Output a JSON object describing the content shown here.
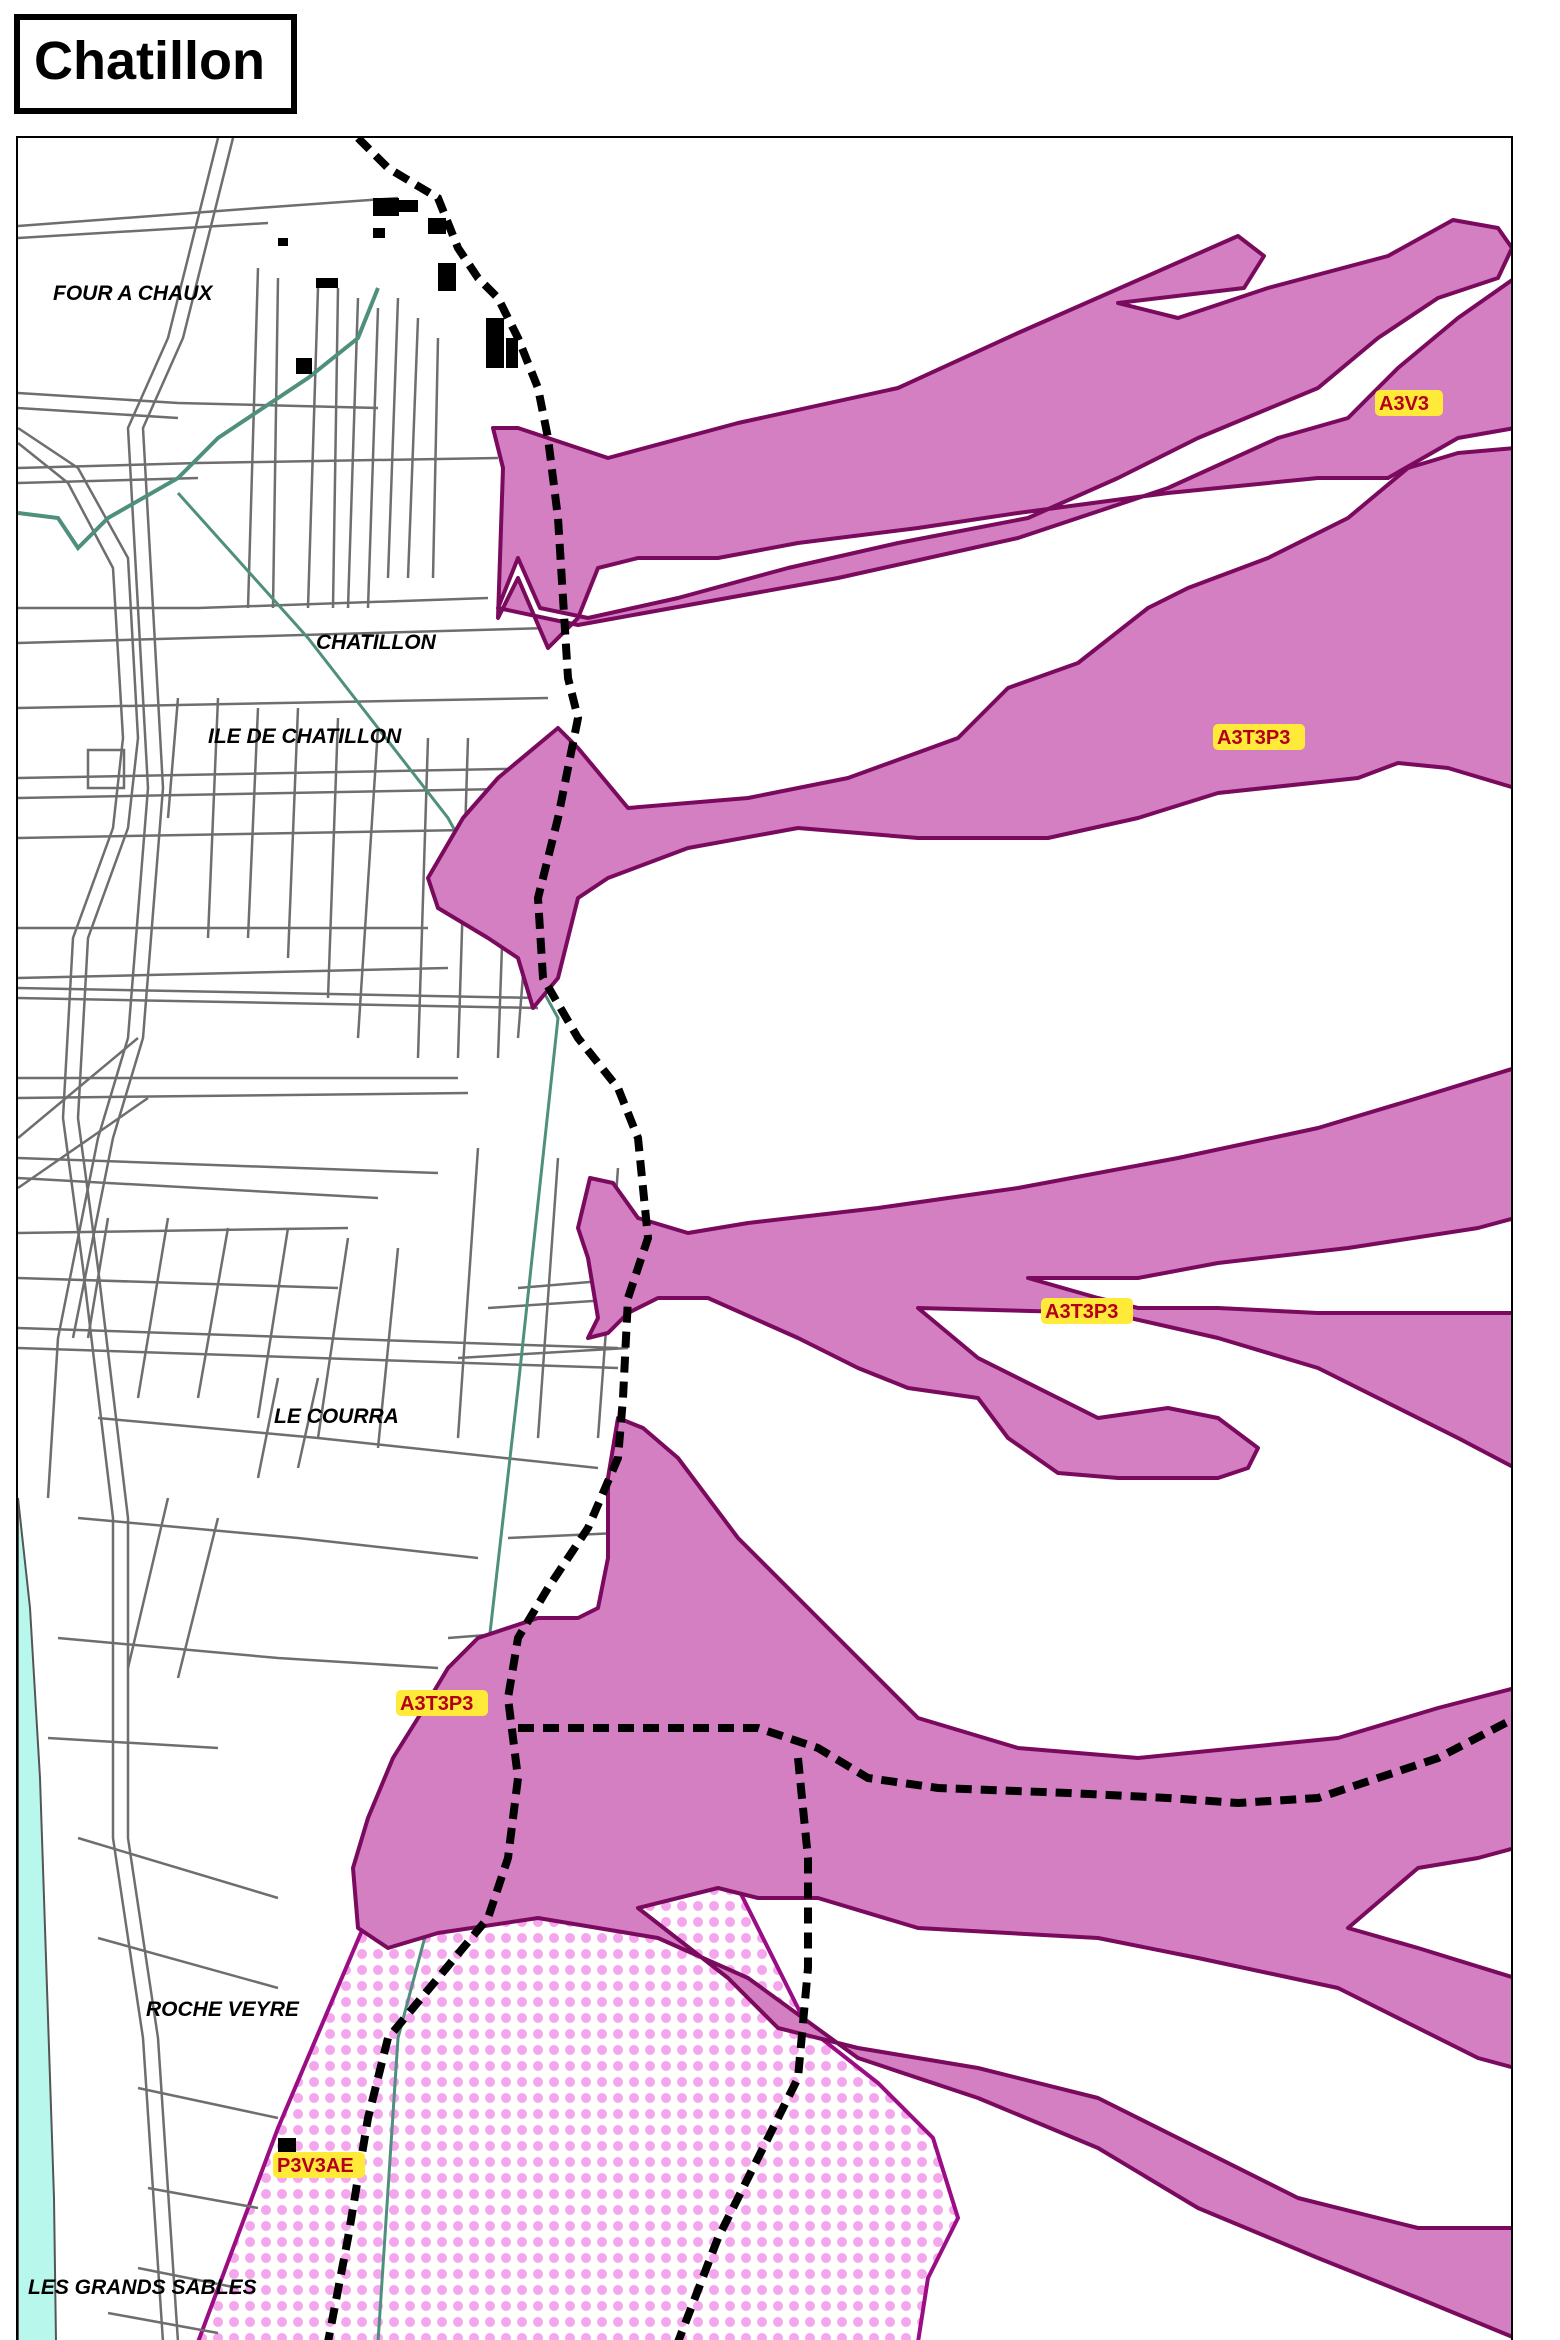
{
  "map": {
    "title": "Chatillon",
    "place_names": {
      "four_a_chaux": "FOUR A CHAUX",
      "chatillon": "CHATILLON",
      "ile_de_chatillon": "ILE DE CHATILLON",
      "le_courra": "LE COURRA",
      "roche_veyre": "ROCHE VEYRE",
      "les_grands_sables": "LES GRANDS SABLES"
    },
    "zone_labels": {
      "a3v3": "A3V3",
      "a3t3p3_1": "A3T3P3",
      "a3t3p3_2": "A3T3P3",
      "a3t3p3_3": "A3T3P3",
      "p3v3ae": "P3V3AE"
    },
    "colors": {
      "hazard_fill": "#d47fc2",
      "hazard_stroke": "#7a0a5e",
      "dotted_zone_dots": "#f6a6ec",
      "river": "#b8f7ec",
      "parcel_lines": "#6e6e6e",
      "boundary": "#000000"
    }
  }
}
